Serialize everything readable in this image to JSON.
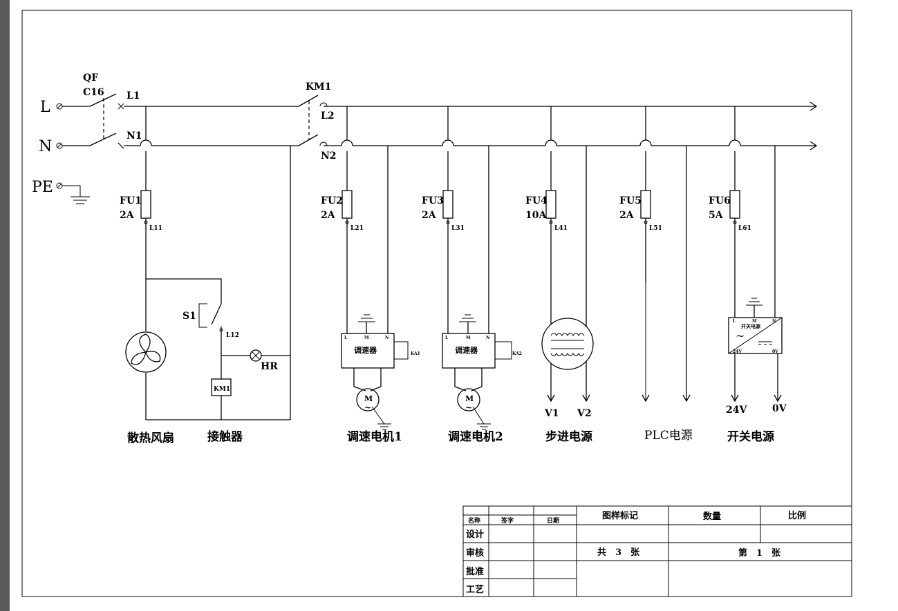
{
  "terminals": {
    "line": "L",
    "neutral": "N",
    "earth": "PE"
  },
  "breaker": {
    "id": "QF",
    "rating": "C16"
  },
  "contactor_main": "KM1",
  "nodes": {
    "l1": "L1",
    "n1": "N1",
    "l2": "L2",
    "n2": "N2"
  },
  "fuses": [
    {
      "id": "FU1",
      "rating": "2A",
      "node": "L11"
    },
    {
      "id": "FU2",
      "rating": "2A",
      "node": "L21"
    },
    {
      "id": "FU3",
      "rating": "2A",
      "node": "L31"
    },
    {
      "id": "FU4",
      "rating": "10A",
      "node": "L41"
    },
    {
      "id": "FU5",
      "rating": "2A",
      "node": "L51"
    },
    {
      "id": "FU6",
      "rating": "5A",
      "node": "L61"
    }
  ],
  "switch_s1": "S1",
  "node_l12": "L12",
  "lamp": "HR",
  "coil": "KM1",
  "speed_controller": "调速器",
  "relays": [
    "KA1",
    "KA2"
  ],
  "motor_letter": "M",
  "tilde": "~",
  "terminal_marks": {
    "l": "L",
    "m": "M",
    "n": "N"
  },
  "stepper_outputs": [
    "V1",
    "V2"
  ],
  "psu": {
    "title": "开关电源",
    "out_pos": "24V",
    "out_neg": "0V",
    "out_pos_big": "24V",
    "out_neg_big": "0V"
  },
  "captions": [
    "散热风扇",
    "接触器",
    "调速电机1",
    "调速电机2",
    "步进电源",
    "PLC电源",
    "开关电源"
  ],
  "title_block": {
    "name": "名称",
    "signature": "签字",
    "date": "日期",
    "rows": [
      "设计",
      "审核",
      "批准",
      "工艺"
    ],
    "drawing_mark": "图样标记",
    "quantity": "数量",
    "scale": "比例",
    "total": "共　3　张",
    "sheet": "第　1　张"
  }
}
